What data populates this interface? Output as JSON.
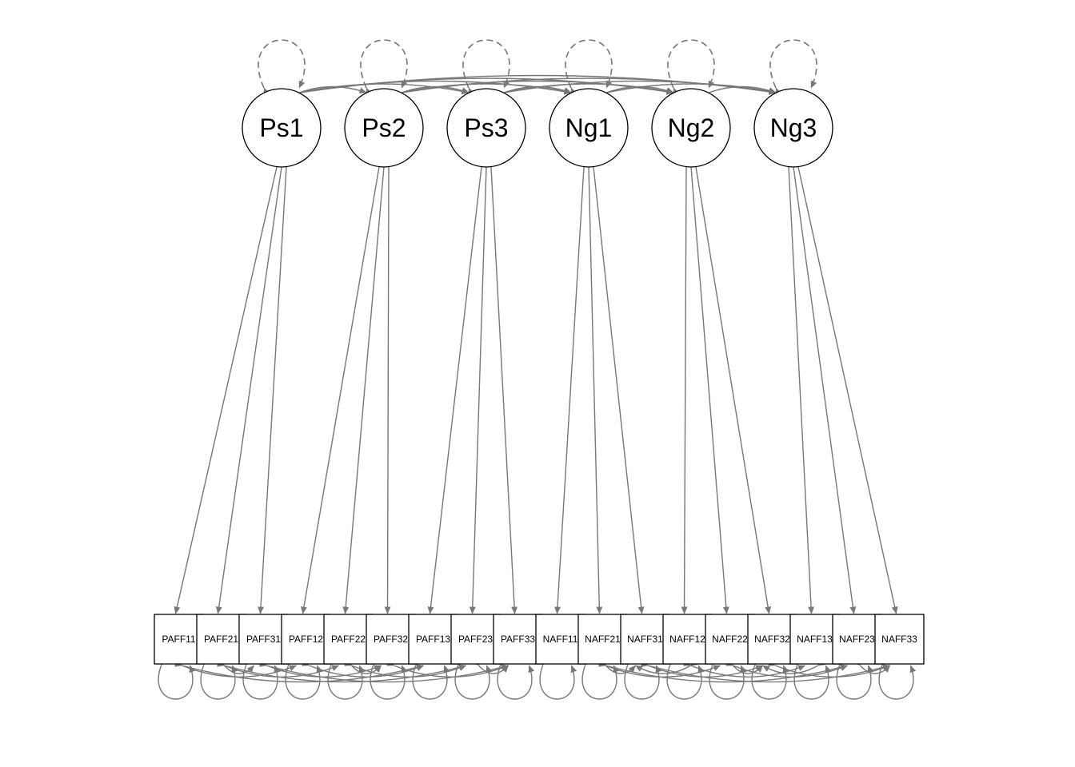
{
  "diagram": {
    "type": "sem-path-diagram",
    "edge_color": "#777777",
    "latents": [
      {
        "id": "Ps1",
        "label": "Ps1"
      },
      {
        "id": "Ps2",
        "label": "Ps2"
      },
      {
        "id": "Ps3",
        "label": "Ps3"
      },
      {
        "id": "Ng1",
        "label": "Ng1"
      },
      {
        "id": "Ng2",
        "label": "Ng2"
      },
      {
        "id": "Ng3",
        "label": "Ng3"
      }
    ],
    "observed": [
      {
        "id": "PAFF11",
        "label": "PAFF11"
      },
      {
        "id": "PAFF21",
        "label": "PAFF21"
      },
      {
        "id": "PAFF31",
        "label": "PAFF31"
      },
      {
        "id": "PAFF12",
        "label": "PAFF12"
      },
      {
        "id": "PAFF22",
        "label": "PAFF22"
      },
      {
        "id": "PAFF32",
        "label": "PAFF32"
      },
      {
        "id": "PAFF13",
        "label": "PAFF13"
      },
      {
        "id": "PAFF23",
        "label": "PAFF23"
      },
      {
        "id": "PAFF33",
        "label": "PAFF33"
      },
      {
        "id": "NAFF11",
        "label": "NAFF11"
      },
      {
        "id": "NAFF21",
        "label": "NAFF21"
      },
      {
        "id": "NAFF31",
        "label": "NAFF31"
      },
      {
        "id": "NAFF12",
        "label": "NAFF12"
      },
      {
        "id": "NAFF22",
        "label": "NAFF22"
      },
      {
        "id": "NAFF32",
        "label": "NAFF32"
      },
      {
        "id": "NAFF13",
        "label": "NAFF13"
      },
      {
        "id": "NAFF23",
        "label": "NAFF23"
      },
      {
        "id": "NAFF33",
        "label": "NAFF33"
      }
    ],
    "loadings": [
      [
        "Ps1",
        "PAFF11"
      ],
      [
        "Ps1",
        "PAFF21"
      ],
      [
        "Ps1",
        "PAFF31"
      ],
      [
        "Ps2",
        "PAFF12"
      ],
      [
        "Ps2",
        "PAFF22"
      ],
      [
        "Ps2",
        "PAFF32"
      ],
      [
        "Ps3",
        "PAFF13"
      ],
      [
        "Ps3",
        "PAFF23"
      ],
      [
        "Ps3",
        "PAFF33"
      ],
      [
        "Ng1",
        "NAFF11"
      ],
      [
        "Ng1",
        "NAFF21"
      ],
      [
        "Ng1",
        "NAFF31"
      ],
      [
        "Ng2",
        "NAFF12"
      ],
      [
        "Ng2",
        "NAFF22"
      ],
      [
        "Ng2",
        "NAFF32"
      ],
      [
        "Ng3",
        "NAFF13"
      ],
      [
        "Ng3",
        "NAFF23"
      ],
      [
        "Ng3",
        "NAFF33"
      ]
    ],
    "latent_covariances": "all-pairs",
    "latent_variances": "dashed-self-loops",
    "residual_variances": "self-loops",
    "residual_covariances": [
      [
        "PAFF11",
        "PAFF12"
      ],
      [
        "PAFF11",
        "PAFF13"
      ],
      [
        "PAFF12",
        "PAFF13"
      ],
      [
        "PAFF21",
        "PAFF22"
      ],
      [
        "PAFF21",
        "PAFF23"
      ],
      [
        "PAFF22",
        "PAFF23"
      ],
      [
        "PAFF31",
        "PAFF32"
      ],
      [
        "PAFF31",
        "PAFF33"
      ],
      [
        "PAFF32",
        "PAFF33"
      ],
      [
        "PAFF21",
        "PAFF31"
      ],
      [
        "PAFF22",
        "PAFF32"
      ],
      [
        "PAFF23",
        "PAFF33"
      ],
      [
        "NAFF21",
        "NAFF22"
      ],
      [
        "NAFF21",
        "NAFF23"
      ],
      [
        "NAFF22",
        "NAFF23"
      ],
      [
        "NAFF31",
        "NAFF32"
      ],
      [
        "NAFF31",
        "NAFF33"
      ],
      [
        "NAFF32",
        "NAFF33"
      ],
      [
        "NAFF21",
        "NAFF31"
      ],
      [
        "NAFF22",
        "NAFF32"
      ],
      [
        "NAFF23",
        "NAFF33"
      ],
      [
        "NAFF12",
        "NAFF13"
      ],
      [
        "NAFF12",
        "NAFF31"
      ],
      [
        "NAFF13",
        "NAFF32"
      ]
    ]
  }
}
